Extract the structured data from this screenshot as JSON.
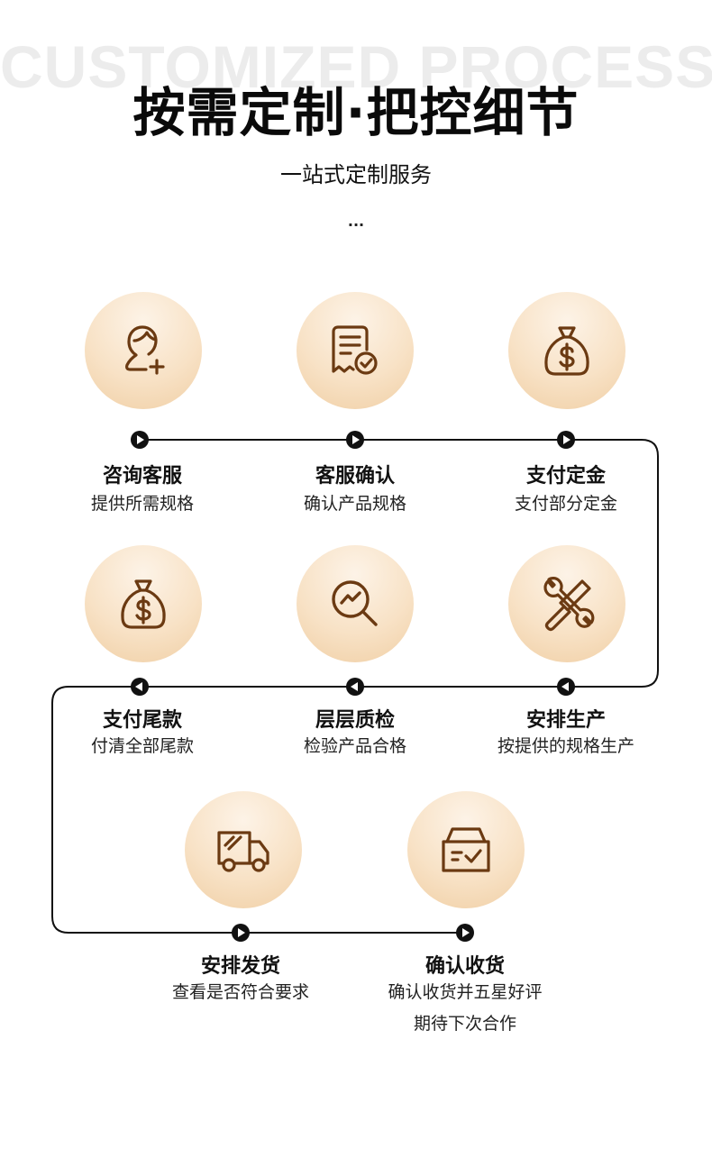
{
  "header": {
    "bg_word": "CUSTOMIZED PROCESS",
    "title": "按需定制·把控细节",
    "subtitle": "一站式定制服务",
    "dots": "..."
  },
  "steps": [
    {
      "title": "咨询客服",
      "desc": "提供所需规格",
      "icon": "customer-service-icon"
    },
    {
      "title": "客服确认",
      "desc": "确认产品规格",
      "icon": "document-check-icon"
    },
    {
      "title": "支付定金",
      "desc": "支付部分定金",
      "icon": "money-bag-icon"
    },
    {
      "title": "支付尾款",
      "desc": "付清全部尾款",
      "icon": "money-bag-icon"
    },
    {
      "title": "层层质检",
      "desc": "检验产品合格",
      "icon": "magnifier-chart-icon"
    },
    {
      "title": "安排生产",
      "desc": "按提供的规格生产",
      "icon": "wrench-screwdriver-icon"
    },
    {
      "title": "安排发货",
      "desc": "查看是否符合要求",
      "icon": "delivery-truck-icon"
    },
    {
      "title": "确认收货",
      "desc": "确认收货并五星好评",
      "desc2": "期待下次合作",
      "icon": "package-box-icon"
    }
  ],
  "colors": {
    "icon": "#6b3a12",
    "line": "#111111",
    "circle_light": "#fdf3e7",
    "circle_dark": "#f0cfa5"
  }
}
